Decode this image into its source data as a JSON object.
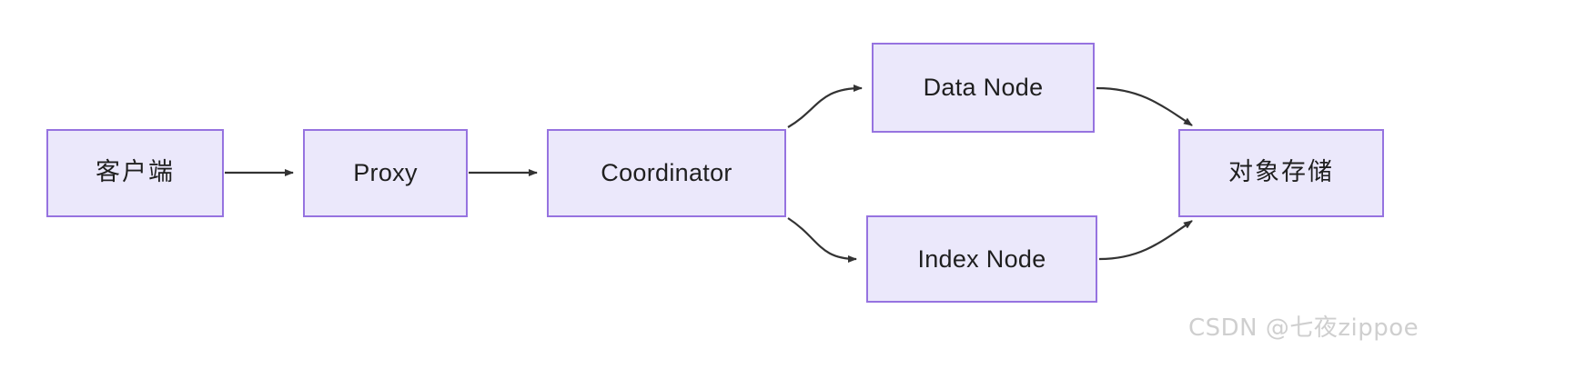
{
  "diagram": {
    "type": "flowchart",
    "direction": "left-to-right",
    "background_color": "#ffffff",
    "node_fill_color": "#ebe8fb",
    "node_border_color": "#9673e0",
    "edge_color": "#333333",
    "nodes": [
      {
        "id": "client",
        "label": "客户端",
        "script": "cjk"
      },
      {
        "id": "proxy",
        "label": "Proxy",
        "script": "latin"
      },
      {
        "id": "coord",
        "label": "Coordinator",
        "script": "latin"
      },
      {
        "id": "datanode",
        "label": "Data Node",
        "script": "latin"
      },
      {
        "id": "indexnode",
        "label": "Index Node",
        "script": "latin"
      },
      {
        "id": "objstore",
        "label": "对象存储",
        "script": "cjk"
      }
    ],
    "edges": [
      {
        "from": "client",
        "to": "proxy",
        "style": "straight",
        "arrow": true
      },
      {
        "from": "proxy",
        "to": "coord",
        "style": "straight",
        "arrow": true
      },
      {
        "from": "coord",
        "to": "datanode",
        "style": "curved",
        "arrow": true
      },
      {
        "from": "coord",
        "to": "indexnode",
        "style": "curved",
        "arrow": true
      },
      {
        "from": "datanode",
        "to": "objstore",
        "style": "curved",
        "arrow": true
      },
      {
        "from": "indexnode",
        "to": "objstore",
        "style": "curved",
        "arrow": true
      }
    ]
  },
  "watermark": {
    "text": "CSDN @七夜zippoe",
    "color": "#cfcfcf"
  }
}
